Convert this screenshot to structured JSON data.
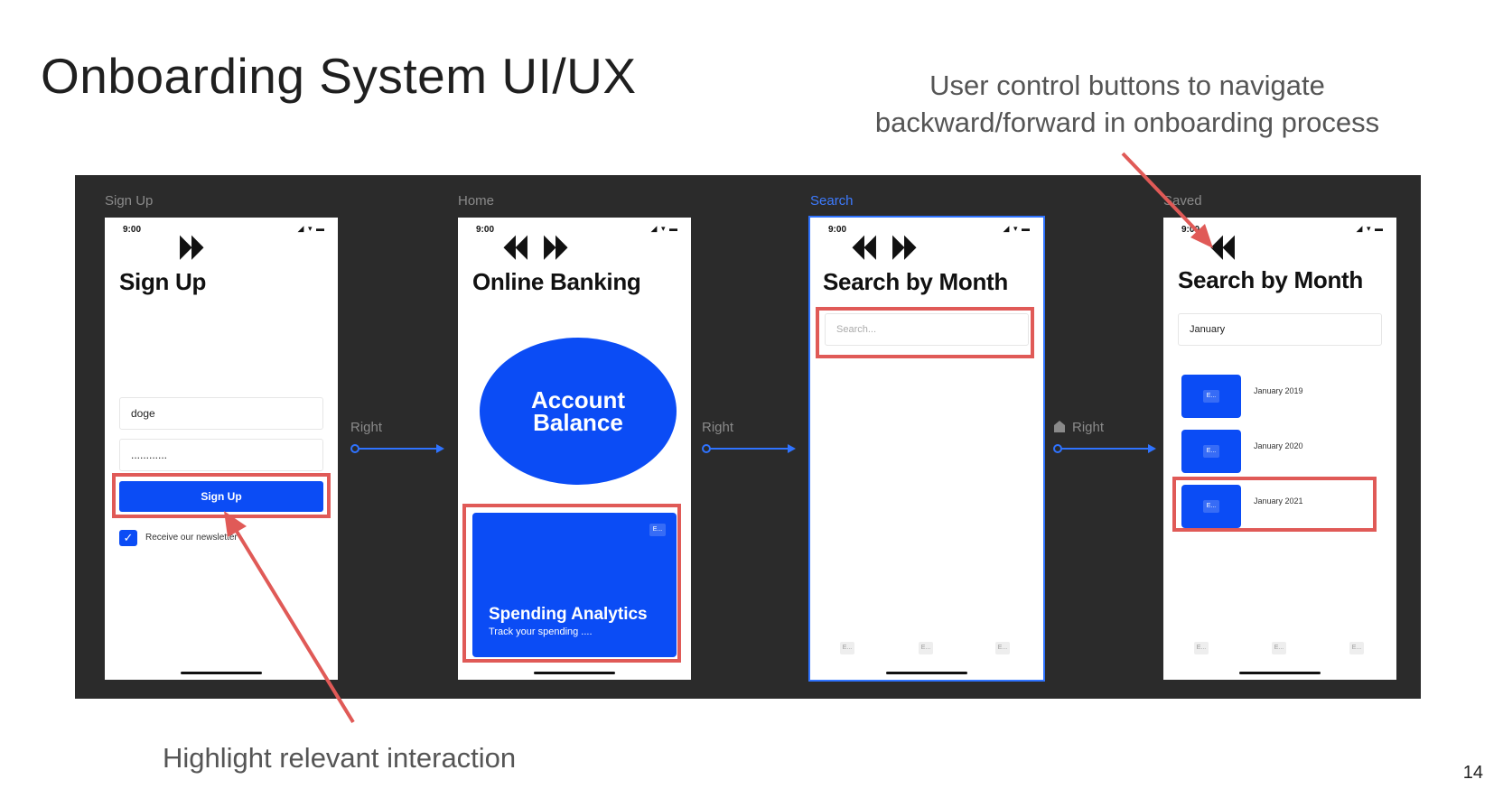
{
  "slide": {
    "title": "Onboarding System UI/UX",
    "note_top": "User control buttons to navigate backward/forward in onboarding process",
    "note_bottom": "Highlight relevant interaction",
    "page_number": "14"
  },
  "frames": [
    {
      "label": "Sign Up"
    },
    {
      "label": "Home"
    },
    {
      "label": "Search"
    },
    {
      "label": "Saved"
    }
  ],
  "connectors": [
    {
      "label": "Right"
    },
    {
      "label": "Right"
    },
    {
      "label": "Right"
    }
  ],
  "status_time": "9:00",
  "status_icons": "◢ ▾ ▬",
  "signup": {
    "nav": "⏵⏵",
    "title": "Sign Up",
    "username_value": "doge",
    "password_value": "............",
    "button_label": "Sign Up",
    "checkbox_label": "Receive our newsletter",
    "check_mark": "✓"
  },
  "home": {
    "nav_back": "⏴⏴",
    "nav_forward": "⏵⏵",
    "title": "Online Banking",
    "balance_line1": "Account",
    "balance_line2": "Balance",
    "card_title": "Spending Analytics",
    "card_subtitle": "Track your spending ....",
    "card_icon": "E..."
  },
  "search": {
    "nav_back": "⏴⏴",
    "nav_forward": "⏵⏵",
    "title": "Search by Month",
    "placeholder": "Search...",
    "tabs": [
      "E...",
      "E...",
      "E..."
    ]
  },
  "saved": {
    "nav_back": "⏴⏴",
    "title": "Search by Month",
    "field_value": "January",
    "items": [
      {
        "label": "January 2019",
        "icon": "E..."
      },
      {
        "label": "January 2020",
        "icon": "E..."
      },
      {
        "label": "January 2021",
        "icon": "E..."
      }
    ],
    "tabs": [
      "E...",
      "E...",
      "E..."
    ]
  },
  "colors": {
    "accent_blue": "#0b4cf5",
    "highlight_red": "#e05a57",
    "canvas_dark": "#2b2b2b",
    "prototype_link": "#2f73ff"
  }
}
